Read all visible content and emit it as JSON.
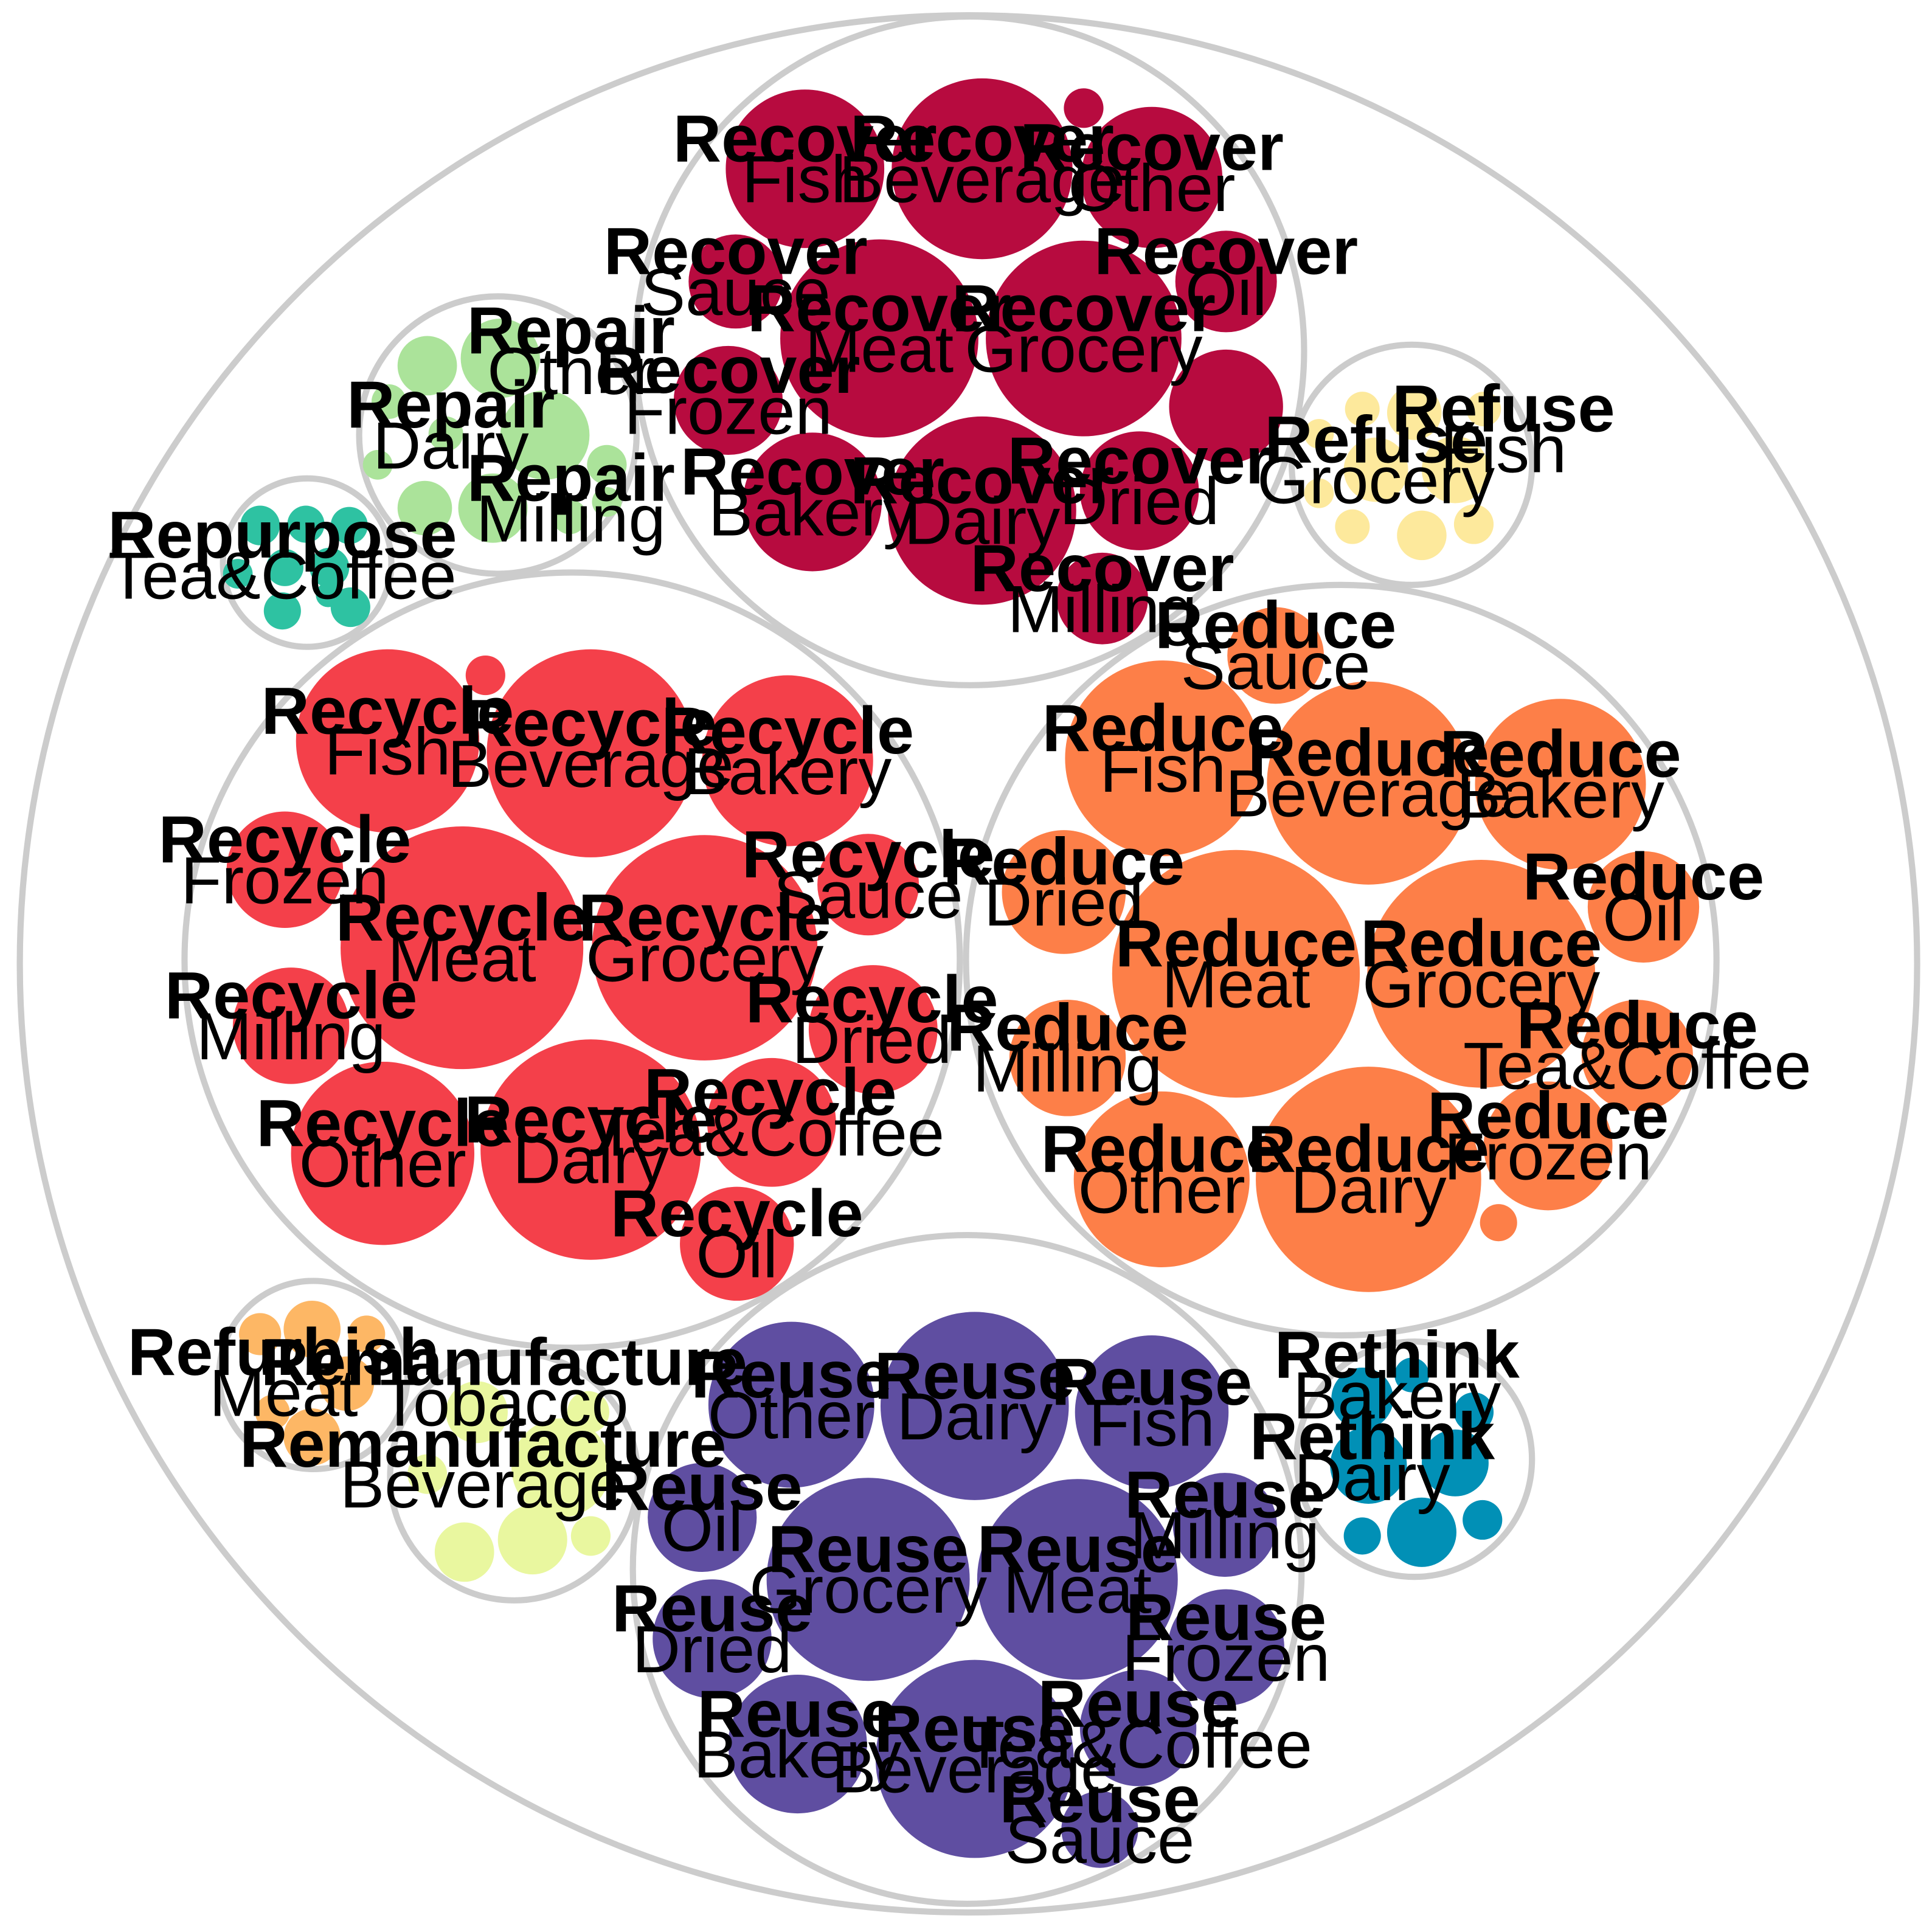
{
  "chart_data": {
    "type": "circle-packing",
    "title": "",
    "colors": {
      "Recover": "#b70b3f",
      "Recycle": "#f4404a",
      "Reduce": "#fd7f48",
      "Reuse": "#5f4ea1",
      "Repair": "#abe39a",
      "Refuse": "#fde99c",
      "Repurpose": "#2ec2a2",
      "Refurbish": "#fdb765",
      "Remanufacture": "#e9f79f",
      "Rethink": "#0190b6"
    },
    "groups": [
      {
        "strategy": "Recover",
        "items": [
          {
            "category": "Meat",
            "size": 100,
            "labeled": true
          },
          {
            "category": "Grocery",
            "size": 100,
            "labeled": true
          },
          {
            "category": "Dairy",
            "size": 90,
            "labeled": true
          },
          {
            "category": "Beverage",
            "size": 72,
            "labeled": true
          },
          {
            "category": "Fish",
            "size": 62,
            "labeled": true
          },
          {
            "category": "Other",
            "size": 50,
            "labeled": true
          },
          {
            "category": "Bakery",
            "size": 50,
            "labeled": true
          },
          {
            "category": "Dried",
            "size": 34,
            "labeled": true
          },
          {
            "category": "Oil",
            "size": 27,
            "labeled": true
          },
          {
            "category": "Frozen",
            "size": 36,
            "labeled": true
          },
          {
            "category": "Sauce",
            "size": 24,
            "labeled": true
          },
          {
            "category": "Milling",
            "size": 20,
            "labeled": true
          },
          {
            "category": "",
            "size": 32,
            "labeled": false
          },
          {
            "category": "",
            "size": 4,
            "labeled": false
          }
        ]
      },
      {
        "strategy": "Recycle",
        "items": [
          {
            "category": "Meat",
            "size": 100,
            "labeled": true
          },
          {
            "category": "Grocery",
            "size": 85,
            "labeled": true
          },
          {
            "category": "Dairy",
            "size": 81,
            "labeled": true
          },
          {
            "category": "Beverage",
            "size": 72,
            "labeled": true
          },
          {
            "category": "Fish",
            "size": 56,
            "labeled": true
          },
          {
            "category": "Other",
            "size": 56,
            "labeled": true
          },
          {
            "category": "Bakery",
            "size": 48,
            "labeled": true
          },
          {
            "category": "Frozen",
            "size": 27,
            "labeled": true
          },
          {
            "category": "Milling",
            "size": 23,
            "labeled": true
          },
          {
            "category": "Tea&Coffee",
            "size": 28,
            "labeled": true
          },
          {
            "category": "Dried",
            "size": 28,
            "labeled": true
          },
          {
            "category": "Sauce",
            "size": 17,
            "labeled": true
          },
          {
            "category": "Oil",
            "size": 23,
            "labeled": true
          },
          {
            "category": "",
            "size": 3,
            "labeled": false
          }
        ]
      },
      {
        "strategy": "Reduce",
        "items": [
          {
            "category": "Meat",
            "size": 100,
            "labeled": true
          },
          {
            "category": "Grocery",
            "size": 86,
            "labeled": true
          },
          {
            "category": "Dairy",
            "size": 84,
            "labeled": true
          },
          {
            "category": "Beverage",
            "size": 70,
            "labeled": true
          },
          {
            "category": "Fish",
            "size": 63,
            "labeled": true
          },
          {
            "category": "Other",
            "size": 51,
            "labeled": true
          },
          {
            "category": "Bakery",
            "size": 48,
            "labeled": true
          },
          {
            "category": "Frozen",
            "size": 29,
            "labeled": true
          },
          {
            "category": "Dried",
            "size": 26,
            "labeled": true
          },
          {
            "category": "Milling",
            "size": 24,
            "labeled": true
          },
          {
            "category": "Oil",
            "size": 20,
            "labeled": true
          },
          {
            "category": "Tea&Coffee",
            "size": 21,
            "labeled": true
          },
          {
            "category": "Sauce",
            "size": 15,
            "labeled": true
          },
          {
            "category": "",
            "size": 2,
            "labeled": false
          }
        ]
      },
      {
        "strategy": "Reuse",
        "items": [
          {
            "category": "Grocery",
            "size": 100,
            "labeled": true
          },
          {
            "category": "Meat",
            "size": 96,
            "labeled": true
          },
          {
            "category": "Beverage",
            "size": 85,
            "labeled": true
          },
          {
            "category": "Dairy",
            "size": 69,
            "labeled": true
          },
          {
            "category": "Other",
            "size": 51,
            "labeled": true
          },
          {
            "category": "Fish",
            "size": 45,
            "labeled": true
          },
          {
            "category": "Bakery",
            "size": 37,
            "labeled": true
          },
          {
            "category": "Tea&Coffee",
            "size": 27,
            "labeled": true
          },
          {
            "category": "Dried",
            "size": 27,
            "labeled": true
          },
          {
            "category": "Frozen",
            "size": 26,
            "labeled": true
          },
          {
            "category": "Milling",
            "size": 22,
            "labeled": true
          },
          {
            "category": "Oil",
            "size": 21,
            "labeled": true
          },
          {
            "category": "Sauce",
            "size": 11,
            "labeled": true
          }
        ]
      },
      {
        "strategy": "Repair",
        "items": [
          {
            "category": "Other",
            "size": 3,
            "labeled": true
          },
          {
            "category": "Dairy",
            "size": 3,
            "labeled": true
          },
          {
            "category": "Milling",
            "size": 3,
            "labeled": true
          },
          {
            "category": "",
            "size": 2,
            "labeled": false
          },
          {
            "category": "",
            "size": 2,
            "labeled": false
          },
          {
            "category": "",
            "size": 2,
            "labeled": false
          },
          {
            "category": "",
            "size": 1,
            "labeled": false
          },
          {
            "category": "",
            "size": 1,
            "labeled": false
          },
          {
            "category": "",
            "size": 1,
            "labeled": false
          },
          {
            "category": "",
            "size": 1,
            "labeled": false
          },
          {
            "category": "",
            "size": 1,
            "labeled": false
          }
        ]
      },
      {
        "strategy": "Refuse",
        "items": [
          {
            "category": "Fish",
            "size": 3,
            "labeled": true
          },
          {
            "category": "Grocery",
            "size": 3,
            "labeled": true
          },
          {
            "category": "",
            "size": 2,
            "labeled": false
          },
          {
            "category": "",
            "size": 1,
            "labeled": false
          },
          {
            "category": "",
            "size": 1,
            "labeled": false
          },
          {
            "category": "",
            "size": 1,
            "labeled": false
          },
          {
            "category": "",
            "size": 1,
            "labeled": false
          },
          {
            "category": "",
            "size": 1,
            "labeled": false
          },
          {
            "category": "",
            "size": 1,
            "labeled": false
          },
          {
            "category": "",
            "size": 1,
            "labeled": false
          }
        ]
      },
      {
        "strategy": "Repurpose",
        "items": [
          {
            "category": "Tea&Coffee",
            "size": 1,
            "labeled": true
          },
          {
            "category": "",
            "size": 1,
            "labeled": false
          },
          {
            "category": "",
            "size": 1,
            "labeled": false
          },
          {
            "category": "",
            "size": 1,
            "labeled": false
          },
          {
            "category": "",
            "size": 1,
            "labeled": false
          },
          {
            "category": "",
            "size": 1,
            "labeled": false
          },
          {
            "category": "",
            "size": 1,
            "labeled": false
          },
          {
            "category": "",
            "size": 1,
            "labeled": false
          },
          {
            "category": "",
            "size": 1,
            "labeled": false
          }
        ]
      },
      {
        "strategy": "Refurbish",
        "items": [
          {
            "category": "Meat",
            "size": 2,
            "labeled": true
          },
          {
            "category": "",
            "size": 2,
            "labeled": false
          },
          {
            "category": "",
            "size": 1,
            "labeled": false
          },
          {
            "category": "",
            "size": 1,
            "labeled": false
          },
          {
            "category": "",
            "size": 1,
            "labeled": false
          },
          {
            "category": "",
            "size": 1,
            "labeled": false
          }
        ]
      },
      {
        "strategy": "Remanufacture",
        "items": [
          {
            "category": "Tobacco",
            "size": 2,
            "labeled": true
          },
          {
            "category": "Beverage",
            "size": 3,
            "labeled": true
          },
          {
            "category": "",
            "size": 2,
            "labeled": false
          },
          {
            "category": "",
            "size": 2,
            "labeled": false
          },
          {
            "category": "",
            "size": 1,
            "labeled": false
          },
          {
            "category": "",
            "size": 1,
            "labeled": false
          },
          {
            "category": "",
            "size": 1,
            "labeled": false
          }
        ]
      },
      {
        "strategy": "Rethink",
        "items": [
          {
            "category": "Bakery",
            "size": 2,
            "labeled": true
          },
          {
            "category": "Dairy",
            "size": 3,
            "labeled": true
          },
          {
            "category": "",
            "size": 3,
            "labeled": false
          },
          {
            "category": "",
            "size": 2,
            "labeled": false
          },
          {
            "category": "",
            "size": 1,
            "labeled": false
          },
          {
            "category": "",
            "size": 1,
            "labeled": false
          },
          {
            "category": "",
            "size": 1,
            "labeled": false
          },
          {
            "category": "",
            "size": 1,
            "labeled": false
          }
        ]
      }
    ]
  }
}
